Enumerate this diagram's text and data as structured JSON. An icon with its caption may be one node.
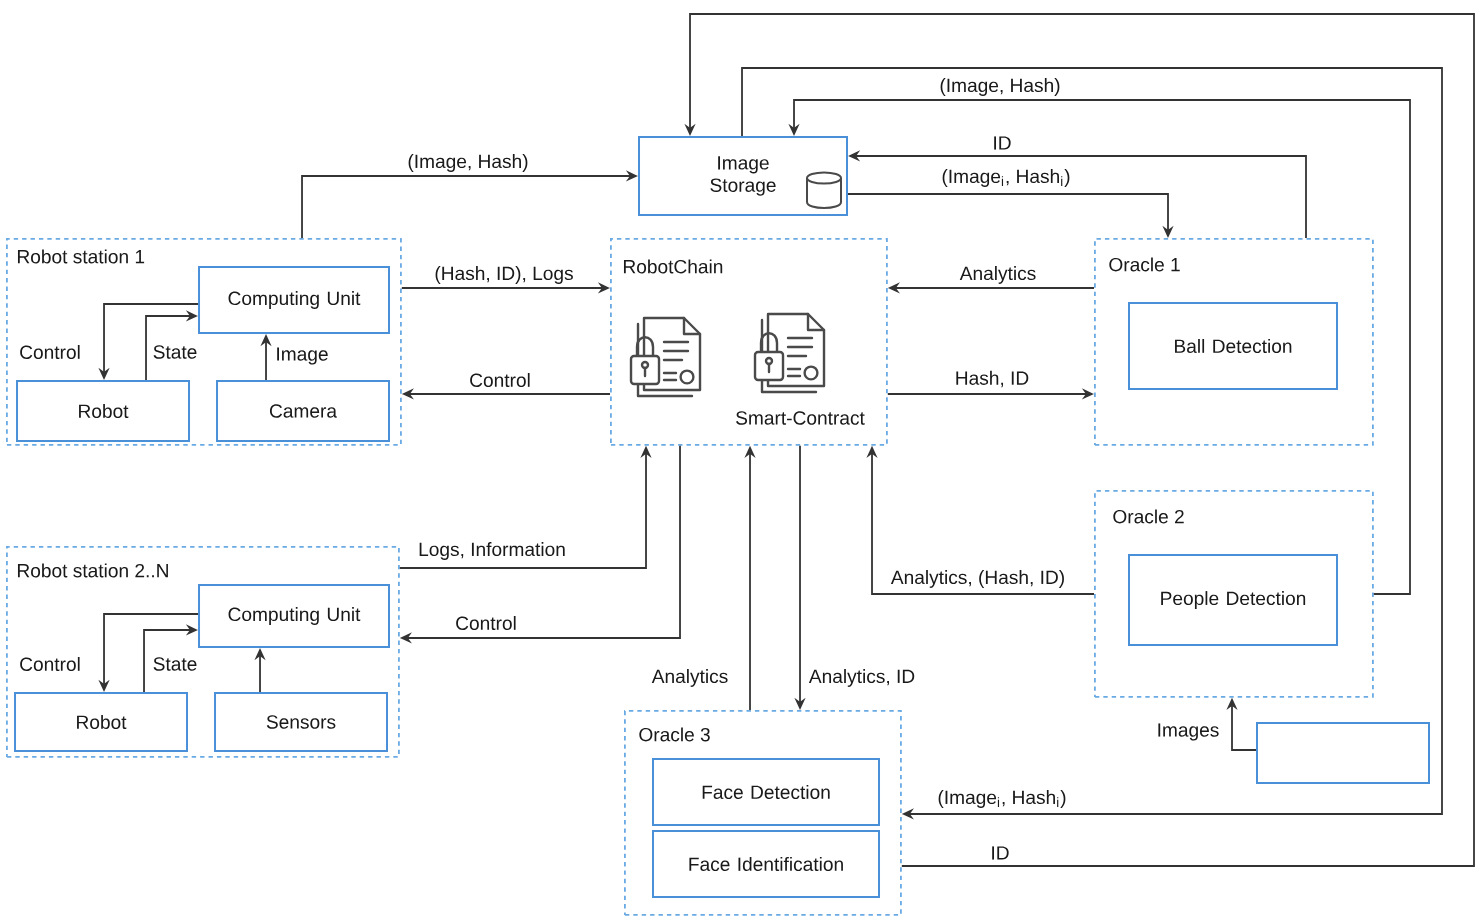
{
  "diagram": {
    "nodes": [
      {
        "text": [
          "Image Storage"
        ]
      },
      {
        "text": [
          "Robot station 1"
        ]
      },
      {
        "text": [
          "Computing Unit"
        ],
        "in": 1
      },
      {
        "text": [
          "Robot"
        ],
        "in": 1
      },
      {
        "text": [
          "Camera"
        ],
        "in": 1
      },
      {
        "text": [
          "RobotChain",
          "Smart-Contract"
        ]
      },
      {
        "text": [
          "Oracle 1"
        ]
      },
      {
        "text": [
          "Ball Detection"
        ],
        "in": 6
      },
      {
        "text": [
          "Oracle 2"
        ]
      },
      {
        "text": [
          "People Detection"
        ],
        "in": 8
      },
      {
        "text": [
          "Robot station 2..N"
        ]
      },
      {
        "text": [
          "Computing Unit"
        ],
        "in": 10
      },
      {
        "text": [
          "Robot"
        ],
        "in": 10
      },
      {
        "text": [
          "Sensors"
        ],
        "in": 10
      },
      {
        "text": [],
        "shape": "box"
      },
      {
        "text": [
          "Oracle 3"
        ]
      },
      {
        "text": [
          "Face Detection"
        ],
        "in": 15
      },
      {
        "text": [
          "Face Identification"
        ],
        "in": 15
      }
    ],
    "edges": [
      {
        "from": 1,
        "to": 0,
        "arrow": "to",
        "label": "(Image, Hash)"
      },
      {
        "from": 2,
        "to": 3,
        "arrow": "to",
        "label": "Control"
      },
      {
        "from": 3,
        "to": 2,
        "arrow": "to",
        "label": "State"
      },
      {
        "from": 4,
        "to": 2,
        "arrow": "to",
        "label": "Image"
      },
      {
        "from": 1,
        "to": 5,
        "arrow": "to",
        "label": "(Hash, ID), Logs"
      },
      {
        "from": 5,
        "to": 1,
        "arrow": "to",
        "label": "Control"
      },
      {
        "from": 6,
        "to": 5,
        "arrow": "to",
        "label": "Analytics"
      },
      {
        "from": 5,
        "to": 6,
        "arrow": "to",
        "label": "Hash, ID"
      },
      {
        "from": 0,
        "to": 6,
        "arrow": "to",
        "label": "(Image$_{i}$, Hash$_{i}$)"
      },
      {
        "from": 6,
        "to": 0,
        "arrow": "to",
        "label": "ID"
      },
      {
        "from": 8,
        "to": 0,
        "arrow": "to",
        "label": "(Image, Hash)"
      },
      {
        "from": 0,
        "to": 15,
        "arrow": "to",
        "label": "(Image$_{i}$, Hash$_{i}$)"
      },
      {
        "from": 15,
        "to": 0,
        "arrow": "to",
        "label": "ID"
      },
      {
        "from": 8,
        "to": 5,
        "arrow": "to",
        "label": "Analytics, (Hash, ID)"
      },
      {
        "from": 14,
        "to": 8,
        "arrow": "to",
        "label": "Images"
      },
      {
        "from": 11,
        "to": 12,
        "arrow": "to",
        "label": "Control"
      },
      {
        "from": 12,
        "to": 11,
        "arrow": "to",
        "label": "State"
      },
      {
        "from": 13,
        "to": 11,
        "arrow": "to"
      },
      {
        "from": 10,
        "to": 5,
        "arrow": "to",
        "label": "Logs, Information"
      },
      {
        "from": 5,
        "to": 10,
        "arrow": "to",
        "label": "Control"
      },
      {
        "from": 15,
        "to": 5,
        "arrow": "to",
        "label": "Analytics"
      },
      {
        "from": 5,
        "to": 15,
        "arrow": "to",
        "label": "Analytics, ID"
      }
    ]
  }
}
